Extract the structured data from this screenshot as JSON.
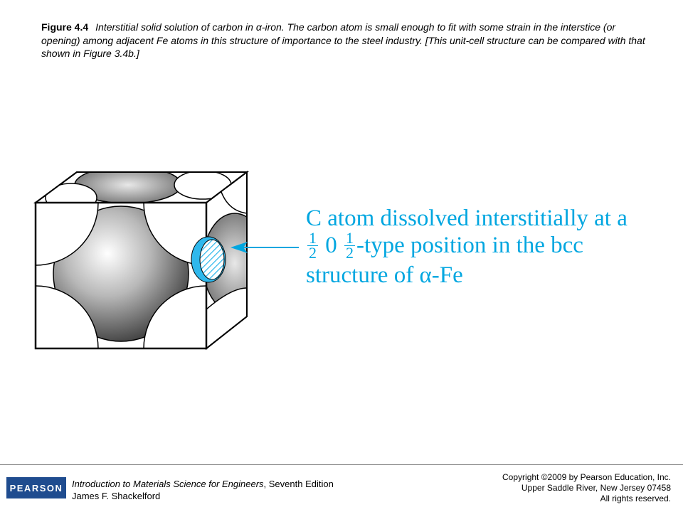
{
  "caption": {
    "label": "Figure 4.4",
    "text": "Interstitial solid solution of carbon in α-iron. The carbon atom is small enough to fit with some strain in the interstice (or opening) among adjacent Fe atoms in this structure of importance to the steel industry. [This unit-cell structure can be compared with that shown in Figure 3.4b.]"
  },
  "annotation": {
    "line1": "C atom dissolved interstitially at a",
    "frac1_num": "1",
    "frac1_den": "2",
    "zero": "0",
    "frac2_num": "1",
    "frac2_den": "2",
    "line2_rest": "-type position in the bcc",
    "line3": "structure of α-Fe"
  },
  "footer": {
    "logo": "PEARSON",
    "book_title": "Introduction to Materials Science for Engineers",
    "book_edition": ", Seventh Edition",
    "author": "James F. Shackelford",
    "copyright_1": "Copyright ©2009 by Pearson Education, Inc.",
    "copyright_2": "Upper Saddle River, New Jersey 07458",
    "copyright_3": "All rights reserved."
  },
  "colors": {
    "annotation": "#00a6e0",
    "logo_bg": "#1f4c8f",
    "carbon_atom": "#2fb8ec"
  }
}
